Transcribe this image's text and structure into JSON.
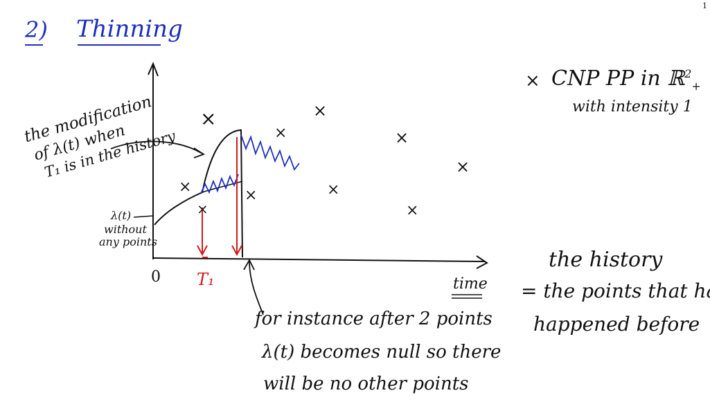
{
  "page_number": "1",
  "heading": {
    "number": "2)",
    "title": "Thinning"
  },
  "legend": {
    "symbol": "×",
    "line1": "CNP PP in ℝ",
    "sup": "2",
    "sub": "+",
    "line2": "with intensity 1"
  },
  "history_note": {
    "line1": "the history",
    "line2": "= the points that have",
    "line3": "happened before"
  },
  "modification_note": {
    "line1": "the modification",
    "line2": "of λ(t) when",
    "line3": "T₁ is in the history"
  },
  "lambda_label": {
    "line1": "λ(t)",
    "line2": "without",
    "line3": "any points"
  },
  "axis": {
    "origin": "0",
    "x_label": "time",
    "t1_label": "T₁"
  },
  "instance_note": {
    "line1": "for instance after 2 points",
    "line2": "λ(t) becomes null so there",
    "line3": "will be no other points"
  },
  "colors": {
    "ink": "#111111",
    "blue": "#1d2fbf",
    "red": "#d11a1a"
  },
  "marks": {
    "point": "×"
  }
}
